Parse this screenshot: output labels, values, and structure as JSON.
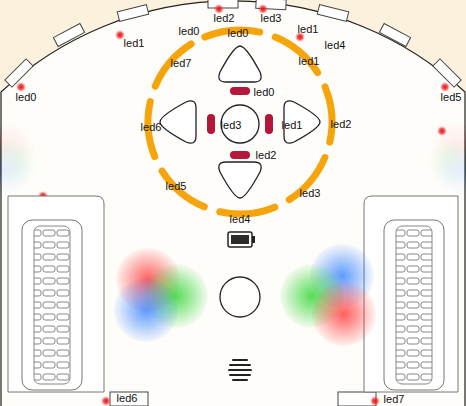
{
  "diagram": {
    "labels": [
      "led2",
      "led3",
      "led0",
      "led0",
      "led1",
      "led1",
      "led4",
      "led7",
      "led1",
      "led0",
      "led5",
      "led0",
      "led6",
      "led3",
      "led1",
      "led2",
      "led2",
      "led5",
      "led3",
      "led4",
      "led6",
      "led7"
    ]
  }
}
